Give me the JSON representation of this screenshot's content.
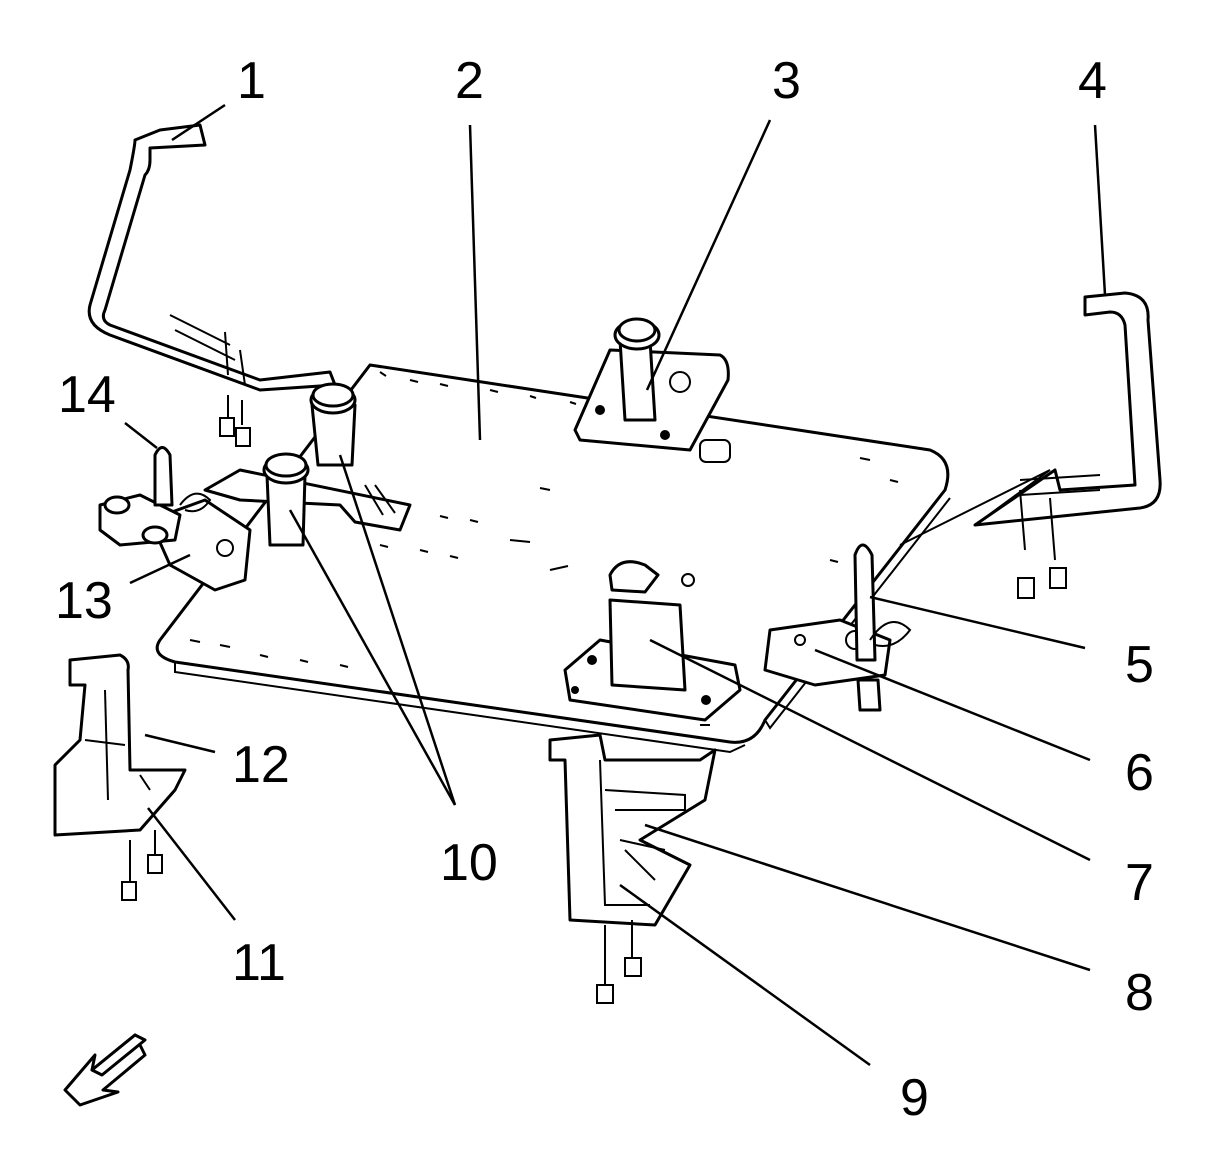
{
  "callouts": [
    {
      "id": "c1",
      "label": "1"
    },
    {
      "id": "c2",
      "label": "2"
    },
    {
      "id": "c3",
      "label": "3"
    },
    {
      "id": "c4",
      "label": "4"
    },
    {
      "id": "c5",
      "label": "5"
    },
    {
      "id": "c6",
      "label": "6"
    },
    {
      "id": "c7",
      "label": "7"
    },
    {
      "id": "c8",
      "label": "8"
    },
    {
      "id": "c9",
      "label": "9"
    },
    {
      "id": "c10",
      "label": "10"
    },
    {
      "id": "c11",
      "label": "11"
    },
    {
      "id": "c12",
      "label": "12"
    },
    {
      "id": "c13",
      "label": "13"
    },
    {
      "id": "c14",
      "label": "14"
    }
  ],
  "icons": {
    "direction": "front-direction-arrow-icon"
  },
  "colors": {
    "line": "#000000",
    "background": "#ffffff"
  }
}
